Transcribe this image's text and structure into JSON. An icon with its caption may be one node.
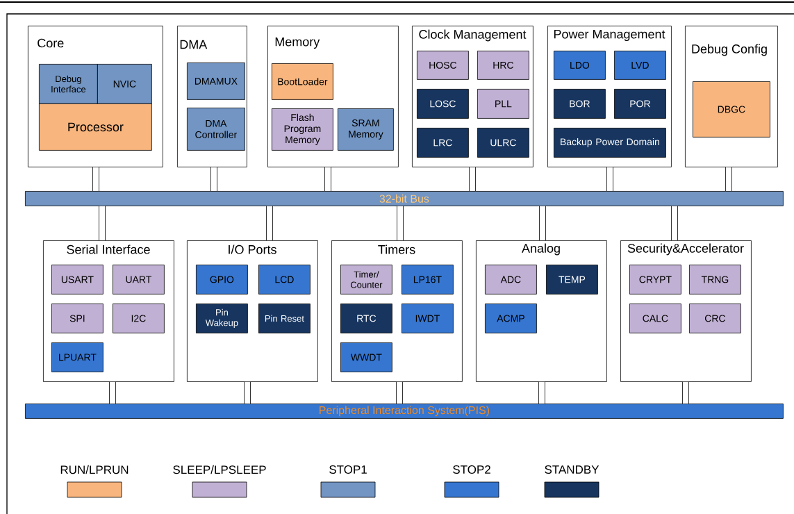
{
  "diagram": {
    "nodes": [
      {
        "text": [
          "Core"
        ]
      },
      {
        "text": [
          "Debug Interface"
        ],
        "in": 0
      },
      {
        "text": [
          "NVIC"
        ],
        "in": 0
      },
      {
        "text": [
          "Processor"
        ],
        "in": 0
      },
      {
        "text": [
          "DMA"
        ]
      },
      {
        "text": [
          "DMAMUX"
        ],
        "in": 4
      },
      {
        "text": [
          "DMA Controller"
        ],
        "in": 4
      },
      {
        "text": [
          "Memory"
        ]
      },
      {
        "text": [
          "BootLoader"
        ],
        "in": 7
      },
      {
        "text": [
          "Flash Program Memory"
        ],
        "in": 7
      },
      {
        "text": [
          "SRAM Memory"
        ],
        "in": 7
      },
      {
        "text": [
          "Clock Management"
        ]
      },
      {
        "text": [
          "HOSC"
        ],
        "in": 11
      },
      {
        "text": [
          "HRC"
        ],
        "in": 11
      },
      {
        "text": [
          "LOSC"
        ],
        "in": 11
      },
      {
        "text": [
          "PLL"
        ],
        "in": 11
      },
      {
        "text": [
          "LRC"
        ],
        "in": 11
      },
      {
        "text": [
          "ULRC"
        ],
        "in": 11
      },
      {
        "text": [
          "Power Management"
        ]
      },
      {
        "text": [
          "LDO"
        ],
        "in": 18
      },
      {
        "text": [
          "LVD"
        ],
        "in": 18
      },
      {
        "text": [
          "BOR"
        ],
        "in": 18
      },
      {
        "text": [
          "POR"
        ],
        "in": 18
      },
      {
        "text": [
          "Backup Power Domain"
        ],
        "in": 18
      },
      {
        "text": [
          "Debug Config"
        ]
      },
      {
        "text": [
          "DBGC"
        ],
        "in": 24
      },
      {
        "text": [
          "32-bit Bus"
        ]
      },
      {
        "text": [
          "Serial Interface"
        ]
      },
      {
        "text": [
          "USART"
        ],
        "in": 27
      },
      {
        "text": [
          "UART"
        ],
        "in": 27
      },
      {
        "text": [
          "SPI"
        ],
        "in": 27
      },
      {
        "text": [
          "I2C"
        ],
        "in": 27
      },
      {
        "text": [
          "LPUART"
        ],
        "in": 27
      },
      {
        "text": [
          "I/O Ports"
        ]
      },
      {
        "text": [
          "GPIO"
        ],
        "in": 33
      },
      {
        "text": [
          "LCD"
        ],
        "in": 33
      },
      {
        "text": [
          "Pin Wakeup"
        ],
        "in": 33
      },
      {
        "text": [
          "Pin Reset"
        ],
        "in": 33
      },
      {
        "text": [
          "Timers"
        ]
      },
      {
        "text": [
          "Timer/ Counter"
        ],
        "in": 38
      },
      {
        "text": [
          "LP16T"
        ],
        "in": 38
      },
      {
        "text": [
          "RTC"
        ],
        "in": 38
      },
      {
        "text": [
          "IWDT"
        ],
        "in": 38
      },
      {
        "text": [
          "WWDT"
        ],
        "in": 38
      },
      {
        "text": [
          "Analog"
        ]
      },
      {
        "text": [
          "ADC"
        ],
        "in": 44
      },
      {
        "text": [
          "TEMP"
        ],
        "in": 44
      },
      {
        "text": [
          "ACMP"
        ],
        "in": 44
      },
      {
        "text": [
          "Security&Accelerator"
        ]
      },
      {
        "text": [
          "CRYPT"
        ],
        "in": 48
      },
      {
        "text": [
          "TRNG"
        ],
        "in": 48
      },
      {
        "text": [
          "CALC"
        ],
        "in": 48
      },
      {
        "text": [
          "CRC"
        ],
        "in": 48
      },
      {
        "text": [
          "Peripheral Interaction System(PIS)"
        ]
      }
    ],
    "edges": [
      {
        "from": 0,
        "to": 26,
        "arrow": "none"
      },
      {
        "from": 4,
        "to": 26,
        "arrow": "none"
      },
      {
        "from": 7,
        "to": 26,
        "arrow": "none"
      },
      {
        "from": 11,
        "to": 26,
        "arrow": "none"
      },
      {
        "from": 18,
        "to": 26,
        "arrow": "none"
      },
      {
        "from": 24,
        "to": 26,
        "arrow": "none"
      },
      {
        "from": 26,
        "to": 27,
        "arrow": "none"
      },
      {
        "from": 26,
        "to": 33,
        "arrow": "none"
      },
      {
        "from": 26,
        "to": 38,
        "arrow": "none"
      },
      {
        "from": 26,
        "to": 44,
        "arrow": "none"
      },
      {
        "from": 26,
        "to": 48,
        "arrow": "none"
      },
      {
        "from": 27,
        "to": 53,
        "arrow": "none"
      },
      {
        "from": 33,
        "to": 53,
        "arrow": "none"
      },
      {
        "from": 38,
        "to": 53,
        "arrow": "none"
      },
      {
        "from": 44,
        "to": 53,
        "arrow": "none"
      },
      {
        "from": 48,
        "to": 53,
        "arrow": "none"
      }
    ],
    "legend": [
      {
        "text": "RUN/LPRUN",
        "color": "#f8b57e"
      },
      {
        "text": "SLEEP/LPSLEEP",
        "color": "#c0b0d3"
      },
      {
        "text": "STOP1",
        "color": "#7295c3"
      },
      {
        "text": "STOP2",
        "color": "#3676d0"
      },
      {
        "text": "STANDBY",
        "color": "#17355f"
      }
    ]
  }
}
